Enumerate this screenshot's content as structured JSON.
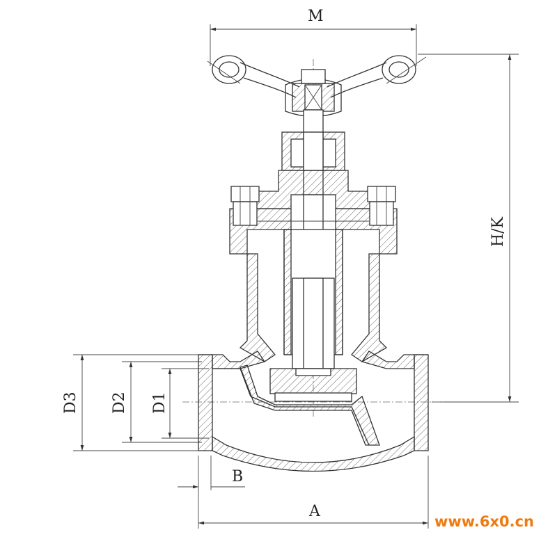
{
  "dimensions": {
    "M": "M",
    "HK": "H/K",
    "D3": "D3",
    "D2": "D2",
    "D1": "D1",
    "B": "B",
    "A": "A"
  },
  "watermark": {
    "text": "www.6x0.cn",
    "color": "#f07a10"
  }
}
